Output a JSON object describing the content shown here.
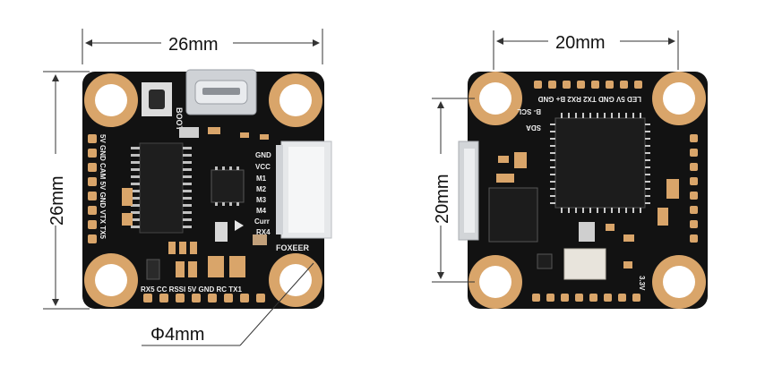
{
  "dimensions": {
    "left_width": "26mm",
    "left_height": "26mm",
    "right_width": "20mm",
    "right_height": "20mm",
    "hole_diameter": "Φ4mm"
  },
  "left_board": {
    "boot_label": "BOOT",
    "brand": "FOXEER",
    "connector_pins": [
      "GND",
      "VCC",
      "M1",
      "M2",
      "M3",
      "M4",
      "Curr",
      "RX4"
    ],
    "left_edge_text": "5V GND CAM 5V GND VTX TX5",
    "bottom_edge_text": "RX5 CC RSSI 5V GND RC TX1"
  },
  "right_board": {
    "top_edge_text": "LED 5V GND TX2 RX2 B+ GND",
    "scl_label": "B- SCL",
    "sda_label": "SDA",
    "voltage_label": "3.3V"
  },
  "colors": {
    "pcb": "#111111",
    "gold": "#d9a56a",
    "hole": "#ffffff",
    "dimension_line": "#333333"
  }
}
